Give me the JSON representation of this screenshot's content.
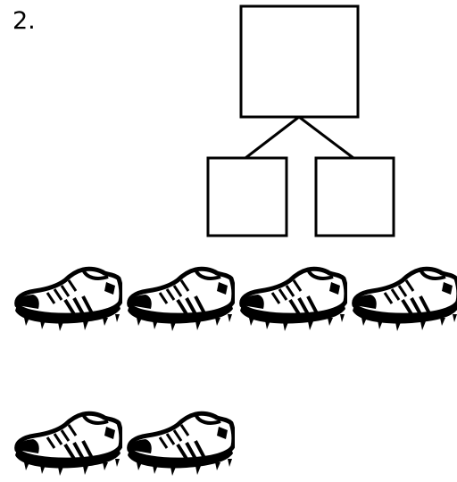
{
  "problem_number": "2.",
  "number_bond": {
    "whole_value": "",
    "part_left_value": "",
    "part_right_value": ""
  },
  "pictures": {
    "icon": "soccer-cleat-icon",
    "rows": [
      {
        "count": 4
      },
      {
        "count": 2
      }
    ],
    "total": 6
  },
  "colors": {
    "ink": "#000000",
    "background": "#ffffff"
  }
}
